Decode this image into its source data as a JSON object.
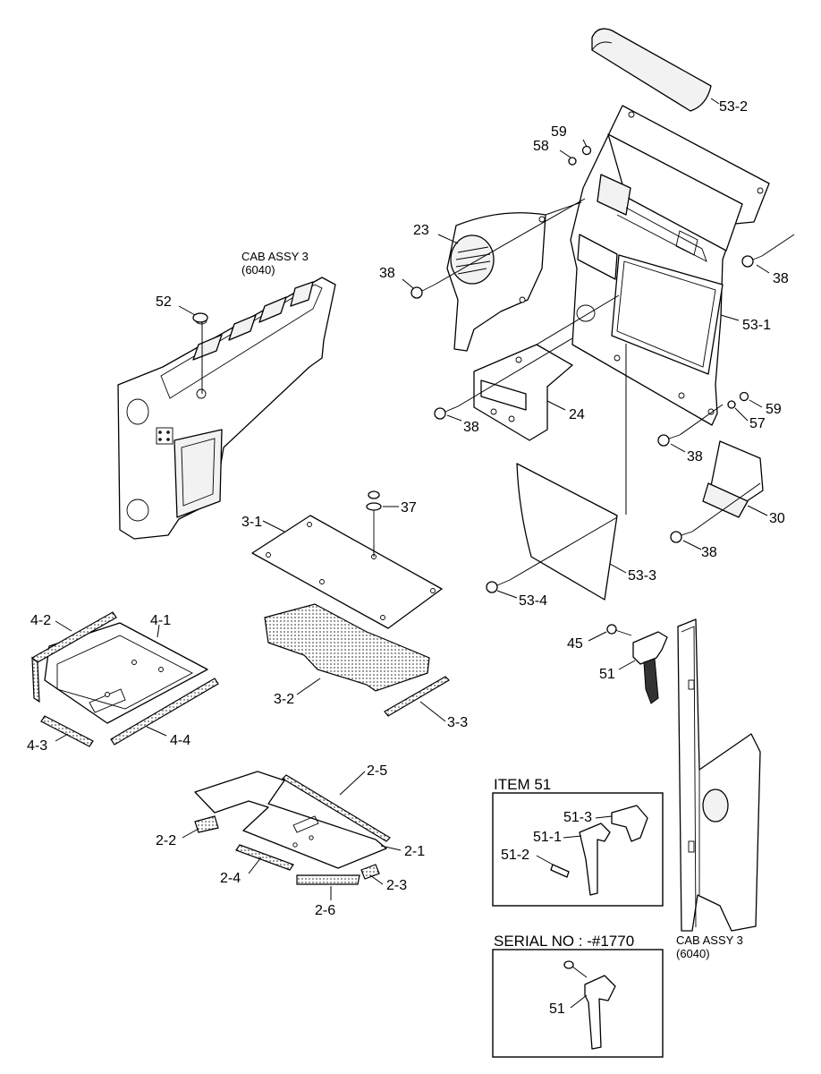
{
  "assembly_captions": {
    "top": {
      "line1": "CAB ASSY 3",
      "line2": "(6040)"
    },
    "right": {
      "line1": "CAB ASSY 3",
      "line2": "(6040)"
    }
  },
  "insets": {
    "item51": {
      "title": "ITEM 51",
      "labels": [
        "51-3",
        "51-1",
        "51-2"
      ]
    },
    "serial": {
      "title": "SERIAL NO : -#1770",
      "labels": [
        "51"
      ]
    }
  },
  "callouts": {
    "c53_2": "53-2",
    "c59a": "59",
    "c58": "58",
    "c23": "23",
    "c38a": "38",
    "c38b": "38",
    "c53_1": "53-1",
    "c52": "52",
    "c24": "24",
    "c38c": "38",
    "c59b": "59",
    "c57": "57",
    "c38d": "38",
    "c37": "37",
    "c30": "30",
    "c3_1": "3-1",
    "c38e": "38",
    "c53_3": "53-3",
    "c53_4": "53-4",
    "c4_2": "4-2",
    "c4_1": "4-1",
    "c45": "45",
    "c51": "51",
    "c3_2": "3-2",
    "c3_3": "3-3",
    "c4_3": "4-3",
    "c4_4": "4-4",
    "c2_5": "2-5",
    "c2_2": "2-2",
    "c2_1": "2-1",
    "c2_4": "2-4",
    "c2_3": "2-3",
    "c2_6": "2-6"
  }
}
